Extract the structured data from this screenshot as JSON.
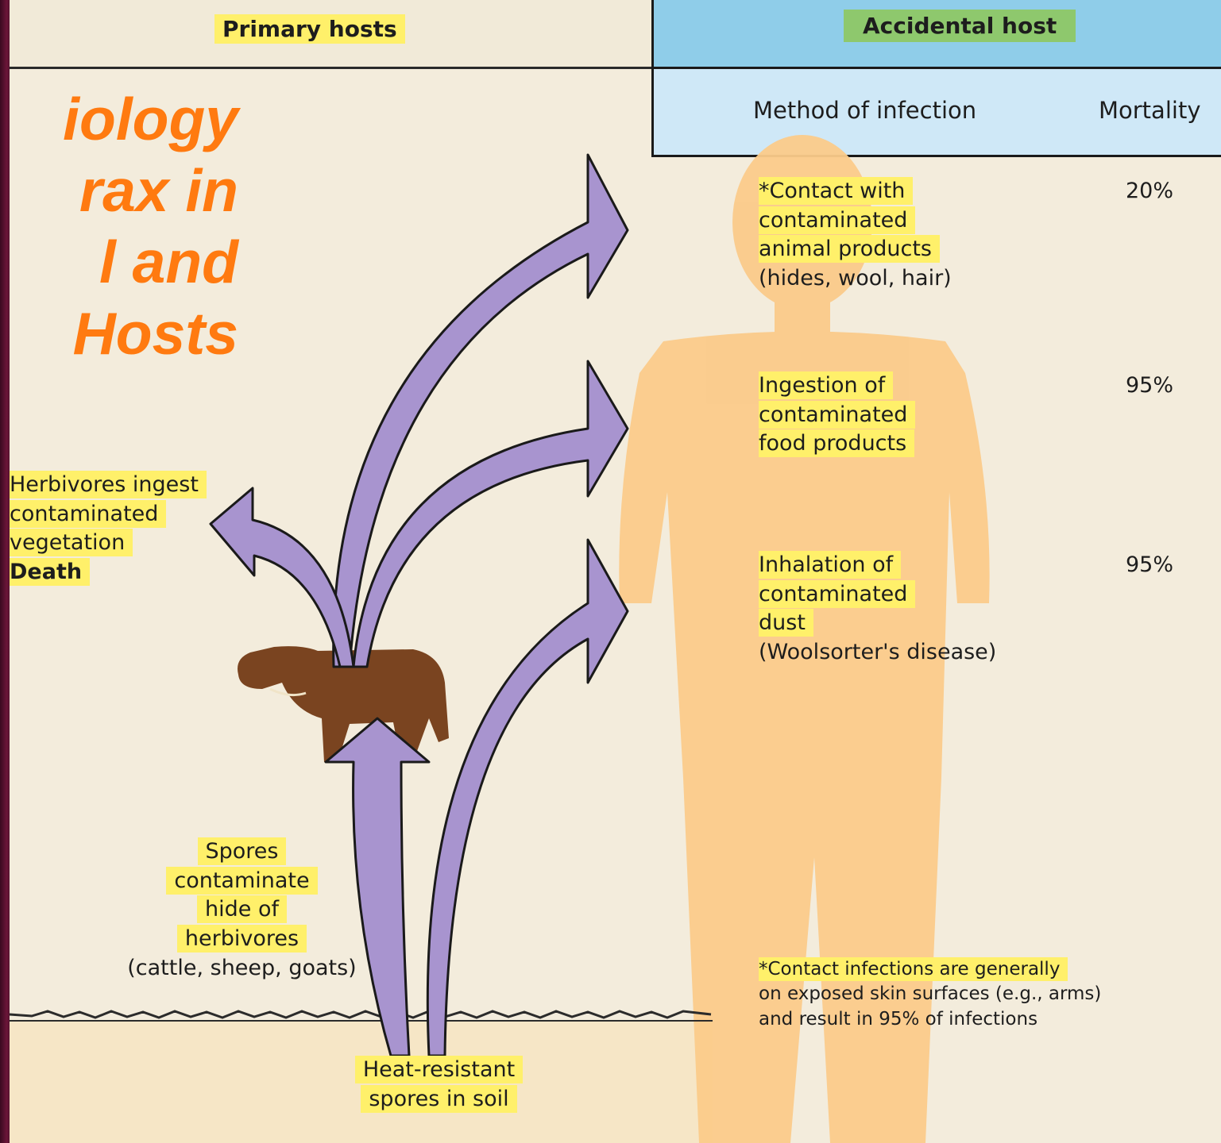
{
  "header": {
    "primary_hosts": "Primary hosts",
    "accidental_host": "Accidental host",
    "method_col": "Method of infection",
    "mortality_col": "Mortality"
  },
  "title_fragment": "iology\nrax in\nl and\nHosts",
  "primary": {
    "herbivores_lines": [
      "Herbivores ingest",
      "contaminated",
      "vegetation"
    ],
    "death": "Death",
    "spores_lines": [
      "Spores",
      "contaminate",
      "hide of",
      "herbivores",
      "(cattle, sheep, goats)"
    ],
    "soil_lines": [
      "Heat-resistant",
      "spores in soil"
    ]
  },
  "infections": [
    {
      "method_lines": [
        "*Contact with",
        "contaminated",
        "animal products",
        "(hides, wool, hair)"
      ],
      "mortality": "20%"
    },
    {
      "method_lines": [
        "Ingestion of",
        "contaminated",
        "food products"
      ],
      "mortality": "95%"
    },
    {
      "method_lines": [
        "Inhalation of",
        "contaminated",
        "dust",
        "(Woolsorter's disease)"
      ],
      "mortality": "95%"
    }
  ],
  "footnote_lines": [
    "*Contact infections are generally",
    "on exposed skin surfaces (e.g., arms)",
    "and result in 95% of infections"
  ],
  "colors": {
    "arrow_fill": "#a894cf",
    "human_silhouette": "#fbcb8a",
    "highlight": "#fff06a",
    "title_orange": "#ff7a10",
    "cow_brown": "#7a4420"
  }
}
